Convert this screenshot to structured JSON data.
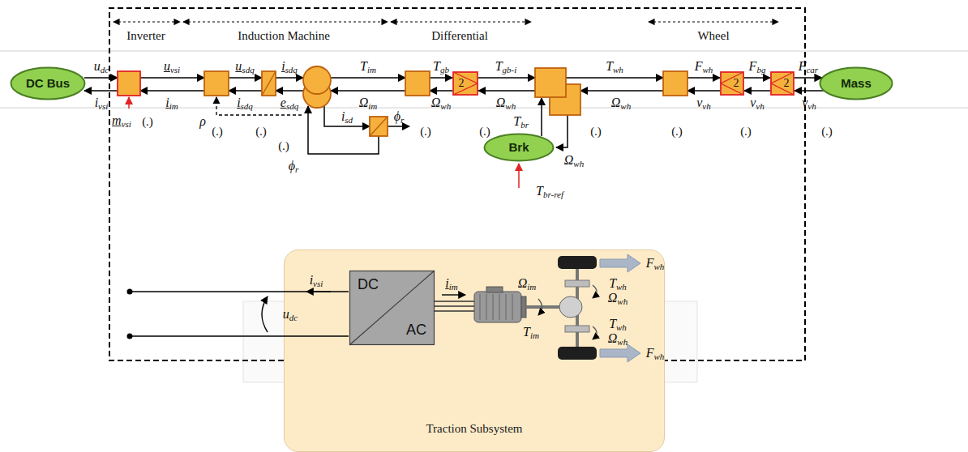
{
  "diagram": {
    "nodes": [
      {
        "text": [
          "DC Bus"
        ]
      },
      {
        "text": [
          "2"
        ]
      },
      {
        "text": [
          "2"
        ]
      },
      {
        "text": [
          "2"
        ]
      },
      {
        "text": [
          "Mass"
        ]
      },
      {
        "text": [
          "Brk"
        ]
      },
      {
        "text": [
          "Traction Subsystem"
        ]
      },
      {
        "text": [
          "DC",
          "AC"
        ],
        "in": 6
      }
    ],
    "edges": [
      {
        "from": 2,
        "to": 3,
        "arrow": "to",
        "label": "Fbg"
      },
      {
        "from": 3,
        "to": 2,
        "arrow": "to",
        "label": "vvh"
      },
      {
        "from": 3,
        "to": 4,
        "arrow": "to",
        "label": "Fcar"
      },
      {
        "from": 4,
        "to": 3,
        "arrow": "to",
        "label": "vvh"
      }
    ],
    "labels": [
      "Inverter",
      "Induction Machine",
      "Differential",
      "Wheel",
      "udc",
      "ivsi",
      "uvsi",
      "iim",
      "mvsi",
      "(.)",
      "usdq",
      "isdq",
      "ρ",
      "(.)",
      "(.)",
      "isdq",
      "esdq",
      "Tim",
      "Ωim",
      "isd",
      "ϕr",
      "(.)",
      "ϕr",
      "Tgb",
      "Ωwh",
      "(.)",
      "Tgb-i",
      "Ωwh",
      "(.)",
      "Twh",
      "Ωwh",
      "Tbr",
      "Ωwh",
      "Tbr-ref",
      "(.)",
      "Fwh",
      "vvh",
      "(.)",
      "(.)",
      "(.)",
      "ivsi",
      "udc",
      "iim",
      "Ωim",
      "Tim",
      "Twh",
      "Ωwh",
      "Twh",
      "Ωwh",
      "Fwh",
      "Fwh"
    ]
  }
}
